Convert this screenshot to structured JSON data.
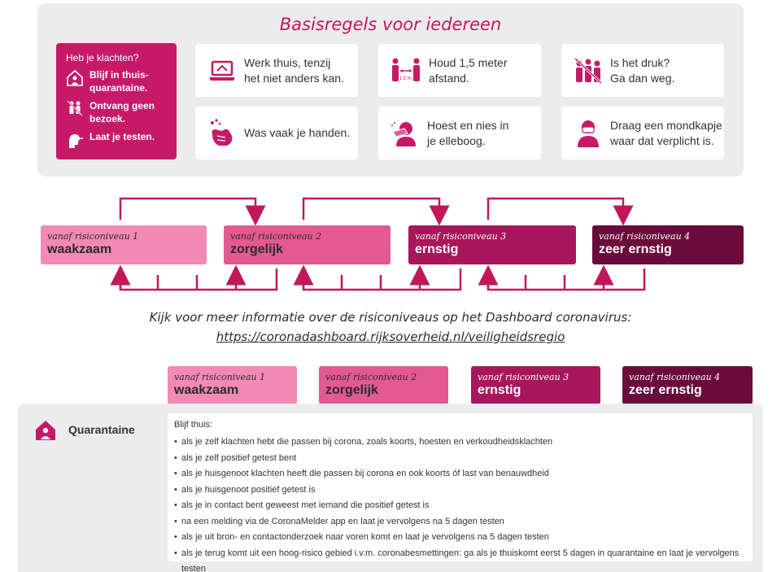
{
  "rules": {
    "title": "Basisregels voor iedereen",
    "complaints": {
      "heading": "Heb je klachten?",
      "items": [
        {
          "icon": "home-quarantine-icon",
          "text": "Blijf in thuis-\nquarantaine."
        },
        {
          "icon": "no-visitors-icon",
          "text": "Ontvang geen\nbezoek."
        },
        {
          "icon": "test-swab-icon",
          "text": "Laat je testen."
        }
      ]
    },
    "cards": [
      {
        "icon": "laptop-icon",
        "text": "Werk thuis, tenzij\nhet niet anders kan."
      },
      {
        "icon": "distance-icon",
        "text": "Houd 1,5 meter\nafstand."
      },
      {
        "icon": "crowd-icon",
        "text": "Is het druk?\nGa dan weg."
      },
      {
        "icon": "wash-hands-icon",
        "text": "Was vaak je handen."
      },
      {
        "icon": "cough-elbow-icon",
        "text": "Hoest en nies in\nje elleboog."
      },
      {
        "icon": "face-mask-icon",
        "text": "Draag een mondkapje\nwaar dat verplicht is."
      }
    ],
    "distance_label": "1,5 m."
  },
  "levels": [
    {
      "sub": "vanaf risiconiveau 1",
      "name": "waakzaam",
      "color": "#f28ab4"
    },
    {
      "sub": "vanaf risiconiveau 2",
      "name": "zorgelijk",
      "color": "#e35a92"
    },
    {
      "sub": "vanaf risiconiveau 3",
      "name": "ernstig",
      "color": "#a8165b"
    },
    {
      "sub": "vanaf risiconiveau 4",
      "name": "zeer ernstig",
      "color": "#6a0b3c"
    }
  ],
  "info": {
    "line1": "Kijk voor meer informatie over de risiconiveaus op het Dashboard coronavirus:",
    "link": "https://coronadashboard.rijksoverheid.nl/veiligheidsregio"
  },
  "quarantine": {
    "title": "Quarantaine",
    "icon": "house-person-icon",
    "intro": "Blijf thuis:",
    "items": [
      "als je zelf klachten hebt die passen bij corona, zoals koorts, hoesten en verkoudheidsklachten",
      "als je zelf positief getest bent",
      "als je huisgenoot klachten heeft die passen bij corona en ook koorts óf last van benauwdheid",
      "als je huisgenoot positief getest is",
      "als je in contact bent geweest met iemand die positief getest is",
      "na een melding via de CoronaMelder app en laat je vervolgens na 5 dagen testen",
      "als je uit bron- en contactonderzoek naar voren komt en laat je vervolgens na 5 dagen testen",
      "als je terug komt uit een hoog-risico gebied i.v.m. coronabesmettingen: ga als je thuiskomt eerst 5 dagen in quarantaine en laat je vervolgens testen"
    ]
  },
  "colors": {
    "accent": "#c61a68",
    "arrow": "#c2185b",
    "panel": "#ececec"
  }
}
